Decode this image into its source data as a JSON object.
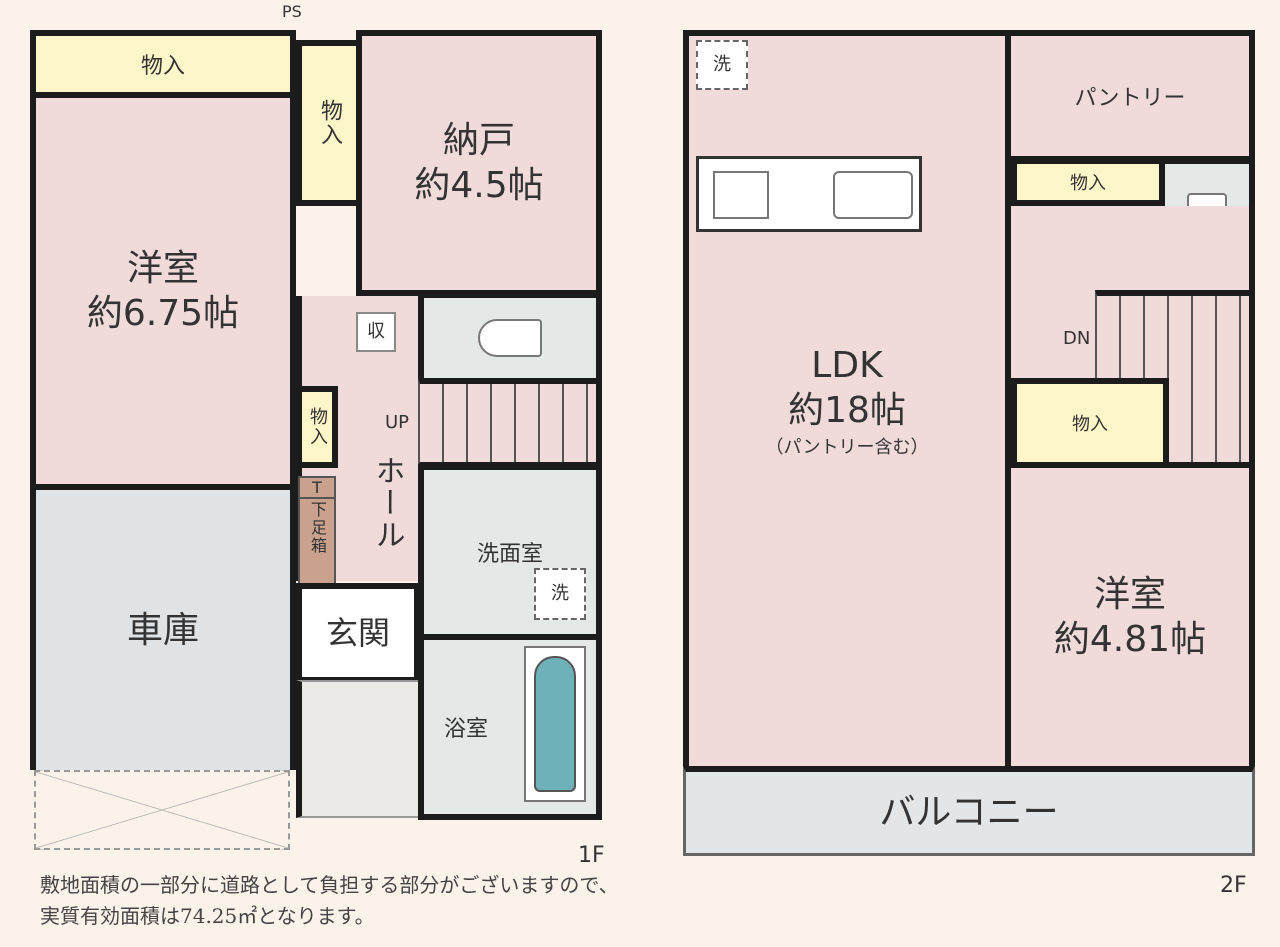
{
  "floor1": {
    "label": "1F",
    "ps": "PS",
    "storage_top": "物入",
    "storage_vertical": "物入",
    "storage_small": "物入",
    "western_room": {
      "name": "洋室",
      "size": "約6.75帖"
    },
    "closet_room": {
      "name": "納戸",
      "size": "約4.5帖"
    },
    "storage_cabinet": "収",
    "stairs_label": "UP",
    "hall": "ホール",
    "shoe_box_top": "T",
    "shoe_box": "下足箱",
    "entrance": "玄関",
    "washroom": "洗面室",
    "washer": "洗",
    "bathroom": "浴室",
    "garage": "車庫"
  },
  "floor2": {
    "label": "2F",
    "washer": "洗",
    "ldk": {
      "name": "LDK",
      "size": "約18帖",
      "note": "（パントリー含む）"
    },
    "pantry": "パントリー",
    "storage_a": "物入",
    "storage_b": "物入",
    "stairs_label": "DN",
    "western_room": {
      "name": "洋室",
      "size": "約4.81帖"
    },
    "balcony": "バルコニー"
  },
  "note": {
    "line1": "敷地面積の一部分に道路として負担する部分がございますので、",
    "line2": "実質有効面積は74.25㎡となります。"
  }
}
